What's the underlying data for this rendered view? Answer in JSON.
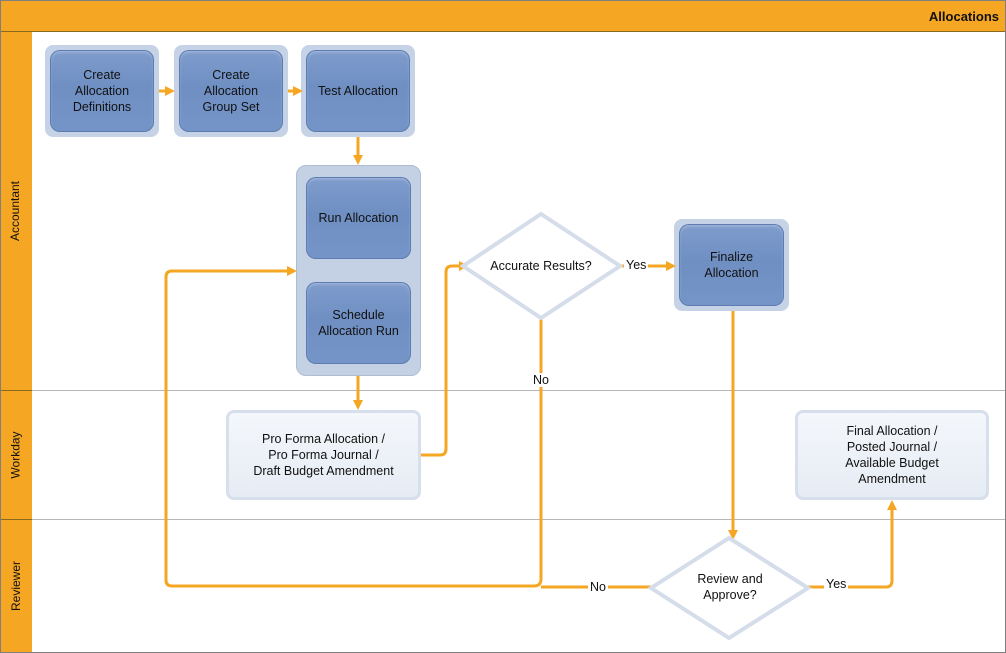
{
  "header": {
    "title": "Allocations"
  },
  "lanes": [
    {
      "label": "Accountant"
    },
    {
      "label": "Workday"
    },
    {
      "label": "Reviewer"
    }
  ],
  "nodes": {
    "create_definitions": "Create\nAllocation\nDefinitions",
    "create_group_set": "Create\nAllocation\nGroup Set",
    "test_allocation": "Test Allocation",
    "run_allocation": "Run Allocation",
    "schedule_run": "Schedule\nAllocation Run",
    "pro_forma": "Pro Forma Allocation /\nPro Forma Journal /\nDraft Budget Amendment",
    "accurate_results": "Accurate Results?",
    "finalize": "Finalize\nAllocation",
    "final_allocation": "Final Allocation /\nPosted Journal /\nAvailable Budget\nAmendment",
    "review_approve": "Review and\nApprove?"
  },
  "edge_labels": {
    "accurate_yes": "Yes",
    "accurate_no": "No",
    "review_no": "No",
    "review_yes": "Yes"
  },
  "colors": {
    "header": "#f5a623",
    "arrow": "#f5a623",
    "task_fill": "#7f9ccc",
    "lane_divider": "#b7b7b7"
  }
}
